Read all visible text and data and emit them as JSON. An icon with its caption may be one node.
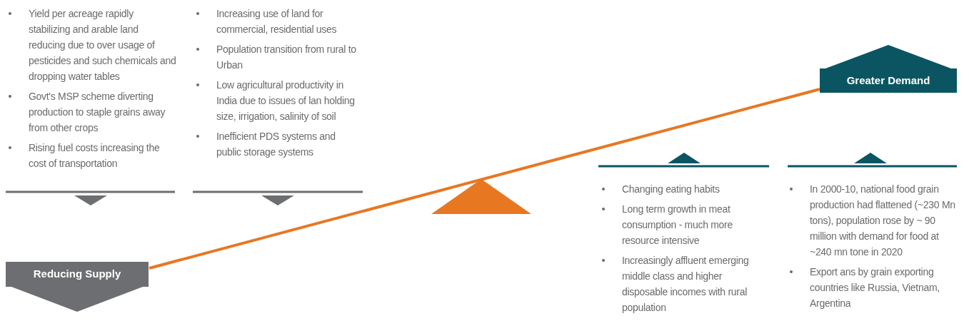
{
  "diagram": {
    "nodes": [
      {
        "text": [
          "Reducing Supply"
        ]
      },
      {
        "text": [
          "Greater Demand"
        ]
      }
    ],
    "labels": [
      "Yield per acreage rapidly stabilizing and arable land reducing due to over usage of pesticides and such chemicals and dropping water tables",
      "Govt's MSP scheme diverting production to staple grains away from other crops",
      "Rising fuel costs increasing the cost of transportation",
      "Increasing use of land for commercial, residential uses",
      "Population transition from rural to Urban",
      "Low agricultural productivity in India due to issues of lan holding size, irrigation, salinity of soil",
      "Inefficient PDS systems and public storage systems",
      "Changing eating habits",
      "Long term growth in meat consumption - much more resource intensive",
      "Increasingly affluent emerging middle class and higher disposable incomes with rural population",
      "In 2000-10, national food grain production had flattened (~230 Mn tons), population rose by ~ 90 million with demand for food at ~240 mn tone in 2020",
      "Export ans by grain exporting countries like Russia, Vietnam, Argentina"
    ]
  }
}
